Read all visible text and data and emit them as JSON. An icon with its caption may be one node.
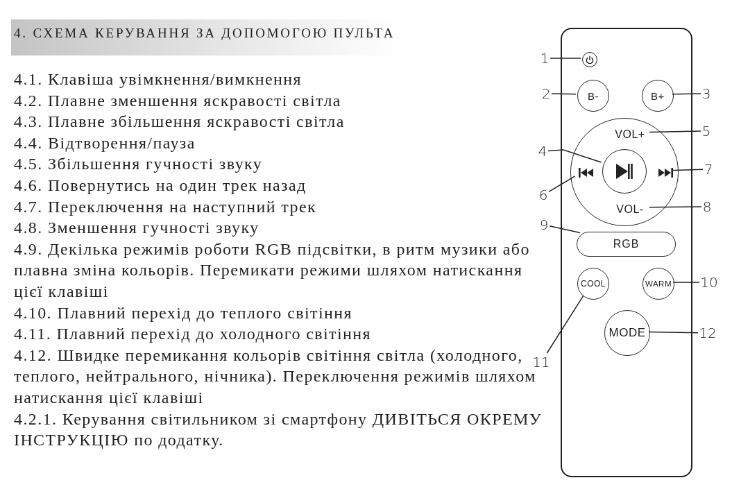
{
  "diagram": {
    "title": "4. СХЕМА КЕРУВАННЯ ЗА ДОПОМОГОЮ ПУЛЬТА",
    "nodes": [
      {
        "text": [],
        "shape": "box"
      },
      {
        "text": [],
        "shape": "circle",
        "in": 0
      },
      {
        "text": [
          "B-"
        ],
        "in": 0
      },
      {
        "text": [
          "B+"
        ],
        "in": 0
      },
      {
        "text": [],
        "shape": "circle",
        "in": 0
      },
      {
        "text": [
          "VOL+"
        ],
        "in": 4
      },
      {
        "text": [],
        "shape": "icon",
        "in": 4
      },
      {
        "text": [],
        "shape": "circle",
        "in": 4
      },
      {
        "text": [],
        "shape": "icon",
        "in": 4
      },
      {
        "text": [
          "VOL-"
        ],
        "in": 4
      },
      {
        "text": [
          "RGB"
        ],
        "in": 0
      },
      {
        "text": [
          "COOL"
        ],
        "in": 0
      },
      {
        "text": [
          "WARM"
        ],
        "in": 0
      },
      {
        "text": [
          "MODE"
        ],
        "in": 0
      },
      {
        "text": [
          "1"
        ]
      },
      {
        "text": [
          "2"
        ]
      },
      {
        "text": [
          "3"
        ]
      },
      {
        "text": [
          "4"
        ]
      },
      {
        "text": [
          "5"
        ]
      },
      {
        "text": [
          "6"
        ]
      },
      {
        "text": [
          "7"
        ]
      },
      {
        "text": [
          "8"
        ]
      },
      {
        "text": [
          "9"
        ]
      },
      {
        "text": [
          "10"
        ]
      },
      {
        "text": [
          "11"
        ]
      },
      {
        "text": [
          "12"
        ]
      }
    ],
    "edges": [
      {
        "from": 14,
        "to": 1,
        "arrow": "none"
      },
      {
        "from": 15,
        "to": 2,
        "arrow": "none"
      },
      {
        "from": 16,
        "to": 3,
        "arrow": "none"
      },
      {
        "from": 17,
        "to": 7,
        "arrow": "none"
      },
      {
        "from": 18,
        "to": 5,
        "arrow": "none"
      },
      {
        "from": 19,
        "to": 6,
        "arrow": "none"
      },
      {
        "from": 20,
        "to": 8,
        "arrow": "none"
      },
      {
        "from": 21,
        "to": 9,
        "arrow": "none"
      },
      {
        "from": 22,
        "to": 10,
        "arrow": "none"
      },
      {
        "from": 23,
        "to": 12,
        "arrow": "none"
      },
      {
        "from": 24,
        "to": 11,
        "arrow": "none"
      },
      {
        "from": 25,
        "to": 13,
        "arrow": "none"
      }
    ],
    "labels": [
      "4.1. Клавіша увімкнення/вимкнення",
      "4.2. Плавне зменшення яскравості світла",
      "4.3. Плавне збільшення яскравості світла",
      "4.4. Відтворення/пауза",
      "4.5. Збільшення гучності звуку",
      "4.6. Повернутись на один трек назад",
      "4.7. Переключення на наступний трек",
      "4.8. Зменшення гучності звуку",
      "4.9. Декілька режимів роботи RGB підсвітки, в ритм музики або плавна зміна кольорів. Перемикати режими шляхом натискання цієї клавіші",
      "4.10. Плавний перехід до теплого світіння",
      "4.11. Плавний перехід до холодного світіння",
      "4.12. Швидке перемикання кольорів світіння світла (холодного, теплого, нейтрального, нічника). Переключення режимів шляхом натискання цієї клавіші",
      "4.2.1. Керування світильником зі смартфону ДИВІТЬСЯ ОКРЕМУ ІНСТРУКЦІЮ по додатку."
    ]
  }
}
